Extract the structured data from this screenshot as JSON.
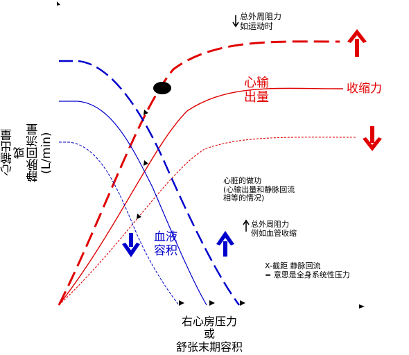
{
  "labels": {
    "tpr_decrease_line1": "总外周阻力",
    "tpr_decrease_line2": "如运动时",
    "co_line1": "心输",
    "co_line2": "出量",
    "contractility": "收缩力",
    "y_axis_line1": "心输出量",
    "y_axis_line2": "或",
    "y_axis_line3": "静脉回流量",
    "y_axis_line4": "(L/min)",
    "work_line1": "心脏的做功",
    "work_line2": "(心输出量和静脉回流",
    "work_line3": "相等的情况)",
    "tpr_increase_line1": "总外周阻力",
    "tpr_increase_line2": "例如血管收缩",
    "blood_volume_line1": "血液",
    "blood_volume_line2": "容积",
    "xint_line1": "X-截距 静脉回流",
    "xint_line2": "= 意思是全身系统性压力",
    "x_axis_line1": "右心房压力",
    "x_axis_line2": "或",
    "x_axis_line3": "舒张末期容积"
  },
  "colors": {
    "cardiac_curve": "#e00000",
    "venous_curve": "#0000cc",
    "marker": "#000000"
  },
  "icons": {
    "increase": "arrow-up-icon",
    "decrease": "arrow-down-icon",
    "equilibrium": "dot-icon"
  }
}
